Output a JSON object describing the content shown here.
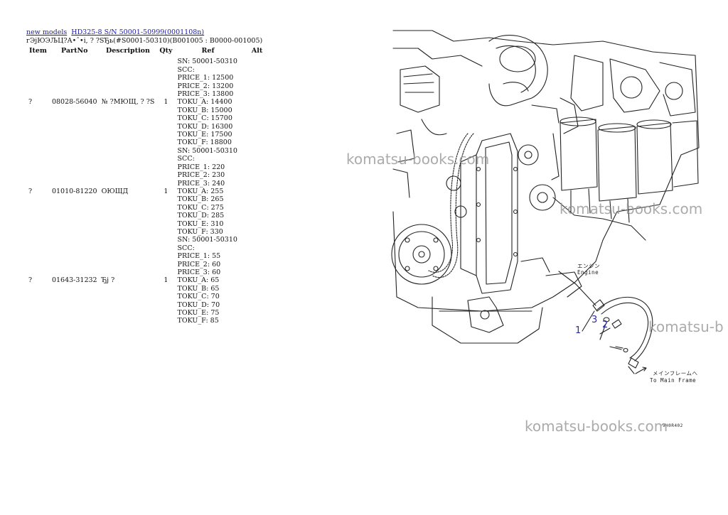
{
  "breadcrumb": {
    "link1": "new models",
    "link2": "HD325-8 S/N 50001-50999(0001108n)"
  },
  "subtitle": "гЭјЮЭЉЦ?А•ˆ•і, ? ?SЂь(#S0001-50310)(B001005 : B0000-001005)",
  "table": {
    "headers": [
      "Item",
      "PartNo",
      "Description",
      "Qty",
      "Ref",
      "Alt"
    ],
    "rows": [
      {
        "item": "?",
        "part_no": "08028-56040",
        "description": "№ ?МЮЩ, ? ?S",
        "qty": "1",
        "ref": [
          "SN: 50001-50310",
          "SCC:",
          "PRICE_1: 12500",
          "PRICE_2: 13200",
          "PRICE_3: 13800",
          "TOKU_A: 14400",
          "TOKU_B: 15000",
          "TOKU_C: 15700",
          "TOKU_D: 16300",
          "TOKU_E: 17500",
          "TOKU_F: 18800"
        ],
        "alt": ""
      },
      {
        "item": "?",
        "part_no": "01010-81220",
        "description": "ОЮЩД",
        "qty": "1",
        "ref": [
          "SN: 50001-50310",
          "SCC:",
          "PRICE_1: 220",
          "PRICE_2: 230",
          "PRICE_3: 240",
          "TOKU_A: 255",
          "TOKU_B: 265",
          "TOKU_C: 275",
          "TOKU_D: 285",
          "TOKU_E: 310",
          "TOKU_F: 330"
        ],
        "alt": ""
      },
      {
        "item": "?",
        "part_no": "01643-31232",
        "description": "Ђј ?",
        "qty": "1",
        "ref": [
          "SN: 50001-50310",
          "SCC:",
          "PRICE_1: 55",
          "PRICE_2: 60",
          "PRICE_3: 60",
          "TOKU_A: 65",
          "TOKU_B: 65",
          "TOKU_C: 70",
          "TOKU_D: 70",
          "TOKU_E: 75",
          "TOKU_F: 85"
        ],
        "alt": ""
      }
    ]
  },
  "diagram": {
    "engine_label_jp": "エンジン",
    "engine_label_en": "Engine",
    "frame_label_jp": "メインフレームへ",
    "frame_label_en": "To Main Frame",
    "callouts": [
      "1",
      "2",
      "3"
    ],
    "figure_code": "9H0R402"
  },
  "watermarks": [
    "komatsu-books.com",
    "komatsu-books.com",
    "komatsu-b",
    "komatsu-books.com"
  ]
}
